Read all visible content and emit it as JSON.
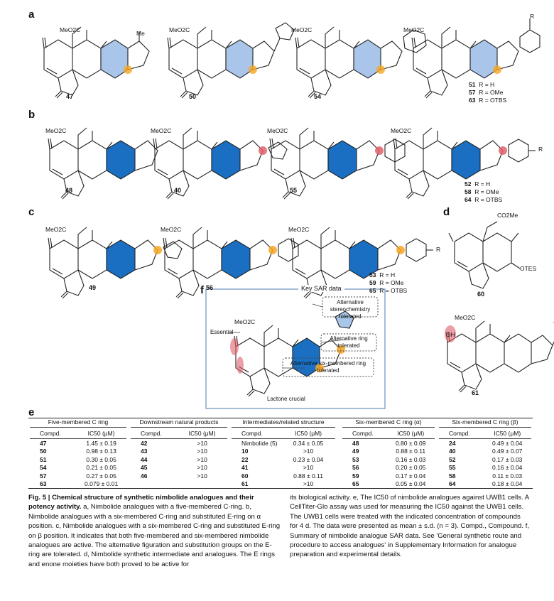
{
  "figure": {
    "panels": {
      "a": "a",
      "b": "b",
      "c": "c",
      "d": "d",
      "e": "e",
      "f": "f"
    },
    "atoms": {
      "meo2c": "MeO2C",
      "me": "Me",
      "h": "H",
      "o": "O",
      "r": "R",
      "otes": "OTES",
      "co2me": "CO2Me",
      "oh": "OH"
    },
    "compounds_a": [
      "47",
      "50",
      "54"
    ],
    "compounds_b": [
      "48",
      "40",
      "55"
    ],
    "compounds_c": [
      "49",
      "56"
    ],
    "compound_d": "60",
    "compound_61": "61",
    "r_groups": {
      "a": [
        {
          "num": "51",
          "text": "R = H"
        },
        {
          "num": "57",
          "text": "R = OMe"
        },
        {
          "num": "63",
          "text": "R = OTBS"
        }
      ],
      "b": [
        {
          "num": "52",
          "text": "R = H"
        },
        {
          "num": "58",
          "text": "R = OMe"
        },
        {
          "num": "64",
          "text": "R = OTBS"
        }
      ],
      "c": [
        {
          "num": "53",
          "text": "R = H"
        },
        {
          "num": "59",
          "text": "R = OMe"
        },
        {
          "num": "65",
          "text": "R = OTBS"
        }
      ]
    },
    "sar": {
      "title": "Key SAR data",
      "stereo": "Alternative stereochemistry tolerated",
      "ring": "Alternative ring tolerated",
      "six": "Alternative six-membered ring tolerated",
      "essential": "Essential",
      "lactone": "Lactone crucial"
    },
    "colors": {
      "light_blue": "#a9c6ea",
      "blue": "#1a6fc2",
      "orange": "#f6a623",
      "red": "#e0606a",
      "box": "#4a7ab0"
    }
  },
  "table": {
    "groups": [
      {
        "title": "Five-membered C ring",
        "headers": [
          "Compd.",
          "IC50 (μM)"
        ],
        "rows": [
          {
            "compd": "47",
            "ic50": "1.45 ± 0.19"
          },
          {
            "compd": "50",
            "ic50": "0.98 ± 0.13"
          },
          {
            "compd": "51",
            "ic50": "0.30 ± 0.05"
          },
          {
            "compd": "54",
            "ic50": "0.21 ± 0.05"
          },
          {
            "compd": "57",
            "ic50": "0.27 ± 0.05"
          },
          {
            "compd": "63",
            "ic50": "0.079 ± 0.01"
          }
        ]
      },
      {
        "title": "Downstream natural products",
        "headers": [
          "Compd.",
          "IC50 (μM)"
        ],
        "rows": [
          {
            "compd": "42",
            "ic50": ">10"
          },
          {
            "compd": "43",
            "ic50": ">10"
          },
          {
            "compd": "44",
            "ic50": ">10"
          },
          {
            "compd": "45",
            "ic50": ">10"
          },
          {
            "compd": "46",
            "ic50": ">10"
          }
        ]
      },
      {
        "title": "Intermediates/related structure",
        "headers": [
          "Compd.",
          "IC50 (μM)"
        ],
        "rows": [
          {
            "compd": "Nimbolide (5)",
            "ic50": "0.34 ± 0.05"
          },
          {
            "compd": "10",
            "ic50": ">10"
          },
          {
            "compd": "22",
            "ic50": "0.23 ± 0.04"
          },
          {
            "compd": "41",
            "ic50": ">10"
          },
          {
            "compd": "60",
            "ic50": "0.88 ± 0.11"
          },
          {
            "compd": "61",
            "ic50": ">10"
          }
        ]
      },
      {
        "title": "Six-membered C ring (α)",
        "headers": [
          "Compd.",
          "IC50 (μM)"
        ],
        "rows": [
          {
            "compd": "48",
            "ic50": "0.80 ± 0.09"
          },
          {
            "compd": "49",
            "ic50": "0.88 ± 0.11"
          },
          {
            "compd": "53",
            "ic50": "0.16 ± 0.03"
          },
          {
            "compd": "56",
            "ic50": "0.20 ± 0.05"
          },
          {
            "compd": "59",
            "ic50": "0.17 ± 0.04"
          },
          {
            "compd": "65",
            "ic50": "0.05 ± 0.04"
          }
        ]
      },
      {
        "title": "Six-membered C ring (β)",
        "headers": [
          "Compd.",
          "IC50 (μM)"
        ],
        "rows": [
          {
            "compd": "24",
            "ic50": "0.49 ± 0.04"
          },
          {
            "compd": "40",
            "ic50": "0.49 ± 0.07"
          },
          {
            "compd": "52",
            "ic50": "0.17 ± 0.03"
          },
          {
            "compd": "55",
            "ic50": "0.16 ± 0.04"
          },
          {
            "compd": "58",
            "ic50": "0.11 ± 0.03"
          },
          {
            "compd": "64",
            "ic50": "0.18 ± 0.04"
          }
        ]
      }
    ]
  },
  "caption": {
    "label": "Fig. 5 | Chemical structure of synthetic nimbolide analogues and their potency activity.",
    "left": "a, Nimbolide analogues with a five-membered C-ring. b, Nimbolide analogues with a six-membered C-ring and substituted E-ring on α position. c, Nimbolide analogues with a six-membered C-ring and substituted E-ring on β position. It indicates that both five-membered and six-membered nimbolide analogues are active. The alternative figuration and substitution groups on the E-ring are tolerated. d, Nimbolide synthetic intermediate and analogues. The E rings and enone moieties have both proved to be active for",
    "right": "its biological activity. e, The IC50 of nimbolide analogues against UWB1 cells. A CellTiter-Glo assay was used for measuring the IC50 against the UWB1 cells. The UWB1 cells were treated with the indicated concentration of compounds for 4 d. The data were presented as mean ± s.d. (n = 3). Compd., Compound. f, Summary of nimbolide analogue SAR data. See 'General synthetic route and procedure to access analogues' in Supplementary Information for analogue preparation and experimental details."
  }
}
